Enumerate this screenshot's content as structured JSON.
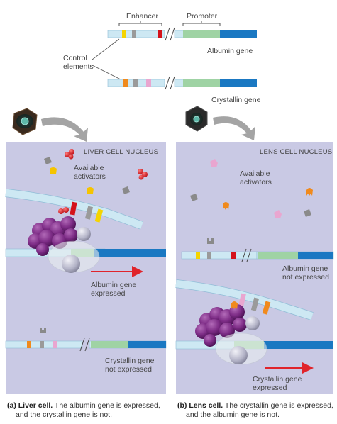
{
  "top": {
    "enhancer_label": "Enhancer",
    "promoter_label": "Promoter",
    "control_elements_label_1": "Control",
    "control_elements_label_2": "elements",
    "albumin_gene_label": "Albumin gene",
    "crystallin_gene_label": "Crystallin gene"
  },
  "panel_a": {
    "title": "LIVER CELL NUCLEUS",
    "activators_1": "Available",
    "activators_2": "activators",
    "expressed_1": "Albumin gene",
    "expressed_2": "expressed",
    "not_expressed_1": "Crystallin gene",
    "not_expressed_2": "not expressed",
    "caption_bold": "(a) Liver cell.",
    "caption_rest_1": " The albumin gene is expressed,",
    "caption_rest_2": "and the crystallin gene is not."
  },
  "panel_b": {
    "title": "LENS CELL NUCLEUS",
    "activators_1": "Available",
    "activators_2": "activators",
    "not_expressed_1": "Albumin gene",
    "not_expressed_2": "not expressed",
    "expressed_1": "Crystallin gene",
    "expressed_2": "expressed",
    "caption_bold": "(b) Lens cell.",
    "caption_rest_1": " The crystallin gene is expressed,",
    "caption_rest_2": "and the albumin gene is not."
  },
  "colors": {
    "panel_bg": "#c9c9e4",
    "dna_light": "#cde8f3",
    "dna_dark": "#1a78c2",
    "promoter": "#9fd3a4",
    "arrow": "#e0242b",
    "protein_purple": "#7d2c86"
  }
}
